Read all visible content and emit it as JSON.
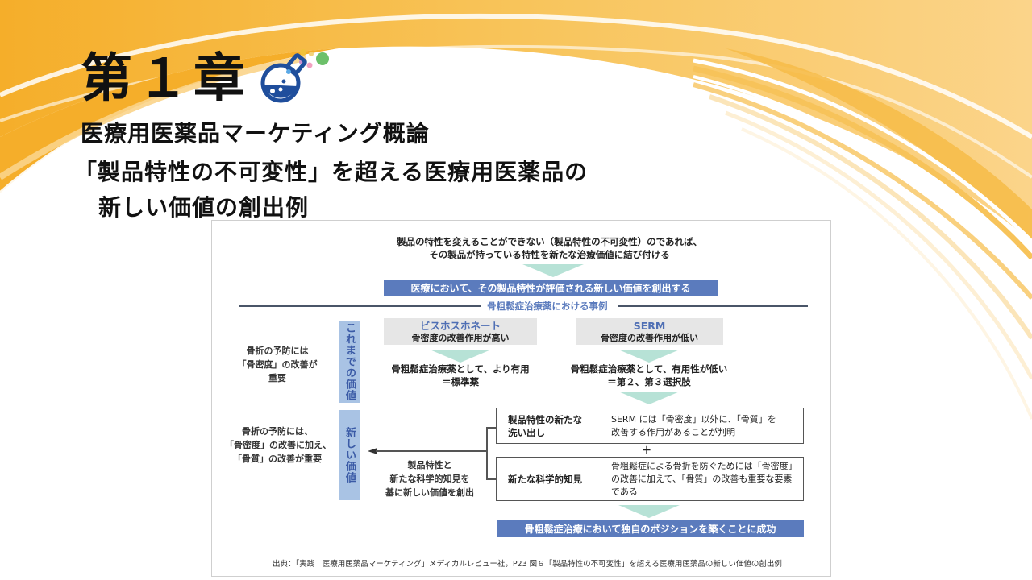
{
  "slide": {
    "chapter": "第１章",
    "subtitle_line1": "医療用医薬品マーケティング概論",
    "subtitle_line2": "「製品特性の不可変性」を超える医療用医薬品の",
    "subtitle_line3": "新しい価値の創出例",
    "icons": {
      "flask": "flask-icon"
    },
    "colors": {
      "background_orange": "#f7b733",
      "background_light": "#fbd98a",
      "accent_blue": "#5b7bbd",
      "label_blue": "#a9c3e4",
      "arrow_mint": "#b7e2d6",
      "flask_blue": "#1f4e9c"
    }
  },
  "figure": {
    "intro_line1": "製品の特性を変えることができない（製品特性の不可変性）のであれば、",
    "intro_line2": "その製品が持っている特性を新たな治療価値に結び付ける",
    "banner_top": "医療において、その製品特性が評価される新しい価値を創出する",
    "section_label": "骨粗鬆症治療薬における事例",
    "old_value": {
      "vertical_label": "これまでの価値",
      "left_note": [
        "骨折の予防には",
        "「骨密度」の改善が",
        "重要"
      ],
      "drugs": [
        {
          "name": "ビスホスホネート",
          "property": "骨密度の改善作用が高い",
          "result_line1": "骨粗鬆症治療薬として、より有用",
          "result_line2": "＝標準薬"
        },
        {
          "name": "SERM",
          "property": "骨密度の改善作用が低い",
          "result_line1": "骨粗鬆症治療薬として、有用性が低い",
          "result_line2": "＝第２、第３選択肢"
        }
      ]
    },
    "new_value": {
      "vertical_label": "新しい価値",
      "left_note": [
        "骨折の予防には、",
        "「骨密度」の改善に加え、",
        "「骨質」の改善が重要"
      ],
      "arrow_caption": [
        "製品特性と",
        "新たな科学的知見を",
        "基に新しい価値を創出"
      ],
      "boxes": [
        {
          "key_line1": "製品特性の新たな",
          "key_line2": "洗い出し",
          "value_line1": "SERM には「骨密度」以外に、「骨質」を",
          "value_line2": "改善する作用があることが判明"
        },
        {
          "key_line1": "新たな科学的知見",
          "value_line1": "骨粗鬆症による骨折を防ぐためには「骨密度」",
          "value_line2": "の改善に加えて、「骨質」の改善も重要な要素",
          "value_line3": "である"
        }
      ],
      "plus": "＋"
    },
    "banner_bottom": "骨粗鬆症治療において独自のポジションを築くことに成功",
    "source": "出典：「実践　医療用医薬品マーケティング」メディカルレビュー社，P23 図６「製品特性の不可変性」を超える医療用医薬品の新しい価値の創出例"
  }
}
